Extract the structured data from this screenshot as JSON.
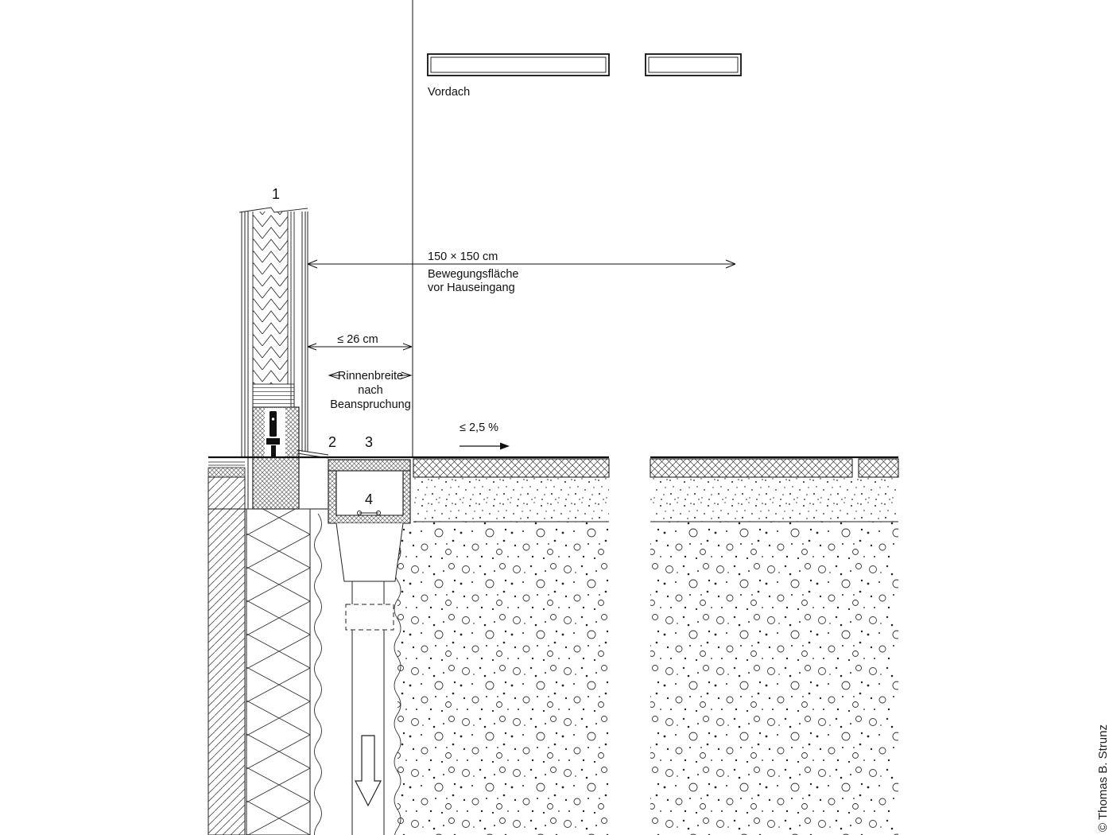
{
  "drawing": {
    "title_context": "Entrance threshold / drainage channel construction detail",
    "canopy": {
      "label": "Vordach"
    },
    "callouts": {
      "c1": "1",
      "c2": "2",
      "c3": "3",
      "c4": "4"
    },
    "dimensions": {
      "clearance_line1": "150 × 150 cm",
      "clearance_line2": "Bewegungsfläche",
      "clearance_line3": "vor Hauseingang",
      "cover_width": "≤ 26 cm",
      "channel_width_line1": "Rinnenbreite",
      "channel_width_line2": "nach",
      "channel_width_line3": "Beanspruchung",
      "slope": "≤ 2,5 %"
    },
    "credit": "© Thomas B. Strunz",
    "colors": {
      "ink": "#1a1a1a",
      "background": "#ffffff"
    }
  }
}
